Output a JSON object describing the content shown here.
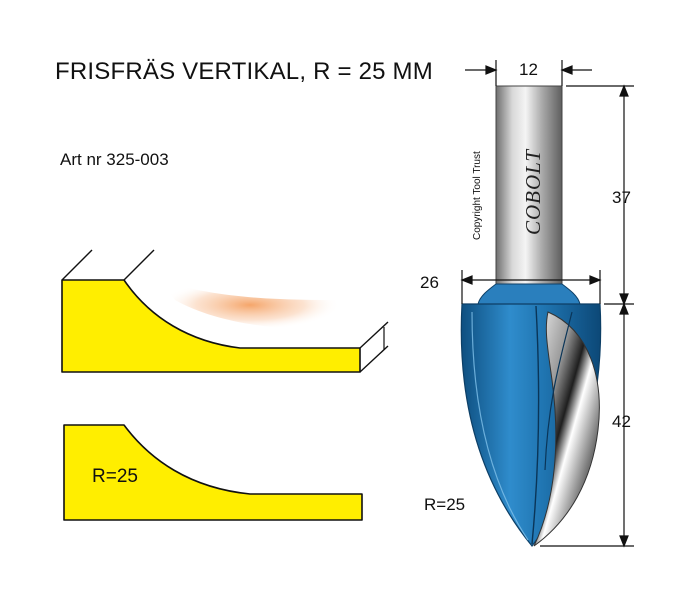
{
  "title": "FRISFRÄS VERTIKAL, R = 25 MM",
  "article": "Art nr 325-003",
  "dimensions": {
    "shank_diameter": "12",
    "cutter_diameter": "26",
    "shank_length": "37",
    "cutter_length": "42",
    "radius_bit": "R=25",
    "radius_profile": "R=25"
  },
  "brand": "COBOLT",
  "copyright": "Copyright Tool Trust",
  "colors": {
    "profile_yellow": "#ffee00",
    "cutter_blue": "#1f74b0",
    "shank_grey": "#a8a8a8"
  }
}
